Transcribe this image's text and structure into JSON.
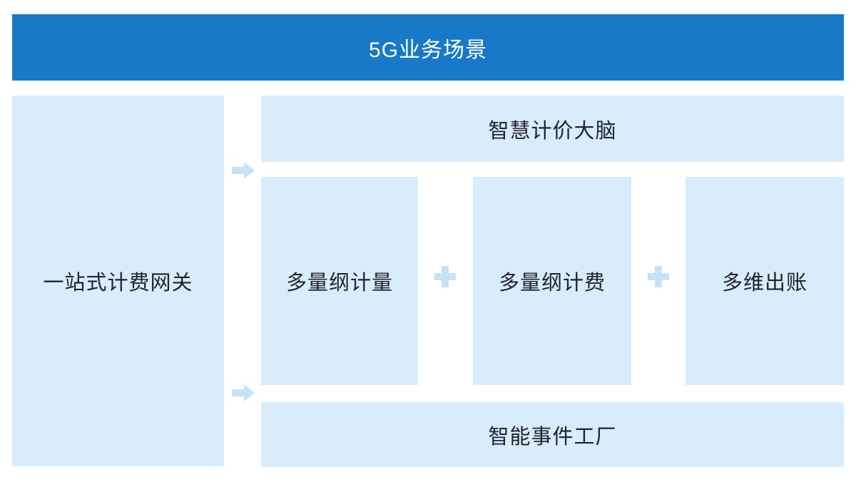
{
  "diagram": {
    "header": {
      "title": "5G业务场景"
    },
    "gateway": {
      "label": "一站式计费网关"
    },
    "pricing_brain": {
      "label": "智慧计价大脑"
    },
    "middle_row": {
      "items": [
        {
          "label": "多量纲计量"
        },
        {
          "label": "多量纲计费"
        },
        {
          "label": "多维出账"
        }
      ],
      "connector_symbol": "plus"
    },
    "event_factory": {
      "label": "智能事件工厂"
    },
    "connectors": {
      "left_to_brain": "arrow-right",
      "left_to_factory": "arrow-right"
    },
    "colors": {
      "header_bg": "#1779C8",
      "header_text": "#FFFFFF",
      "box_bg": "#D9ECFB",
      "connector": "#C6E2F7",
      "text": "#1F232C",
      "page_bg": "#FFFFFF"
    }
  }
}
